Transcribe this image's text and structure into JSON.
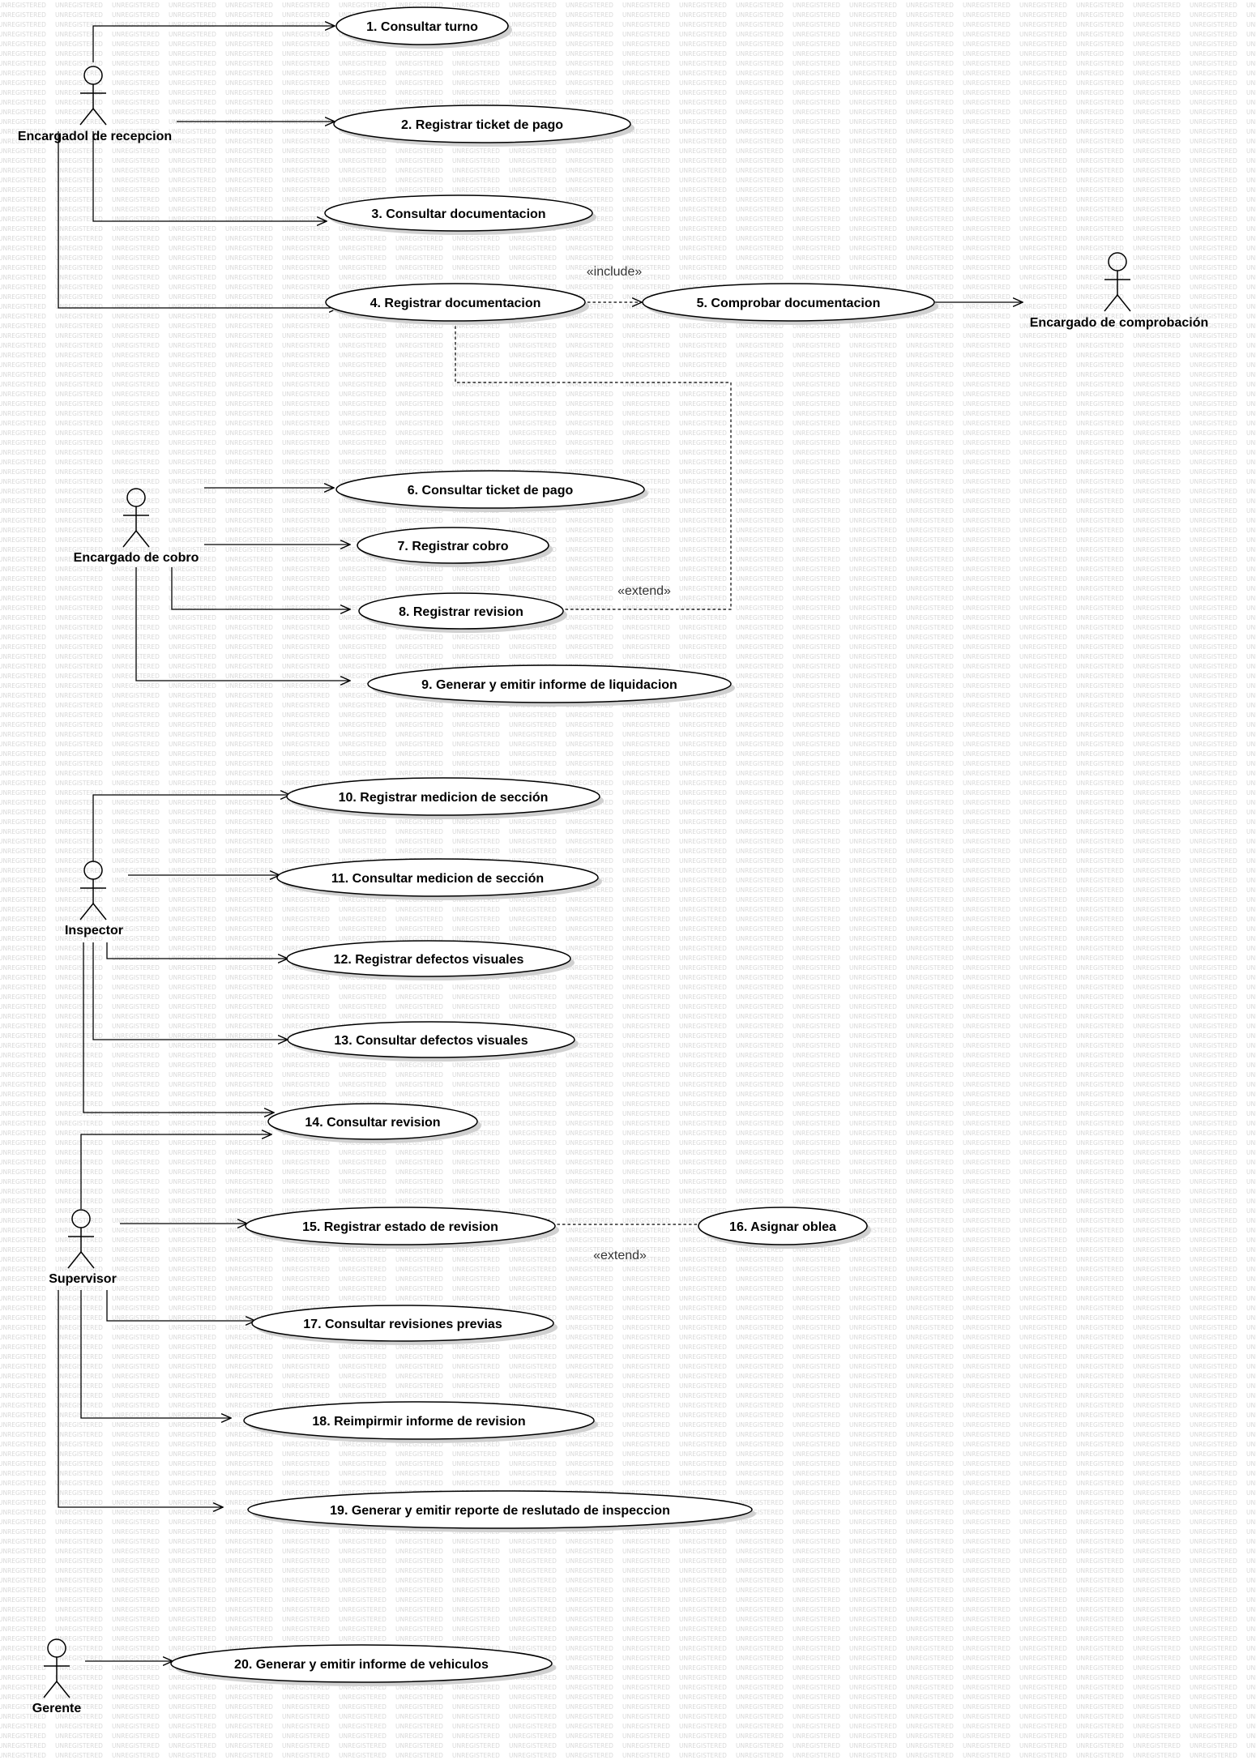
{
  "watermark": "UNREGISTERED",
  "actors": [
    {
      "id": "recepcion",
      "label": "Encargadol de recepcion"
    },
    {
      "id": "comprobacion",
      "label": "Encargado de comprobación"
    },
    {
      "id": "cobro",
      "label": "Encargado de cobro"
    },
    {
      "id": "inspector",
      "label": "Inspector"
    },
    {
      "id": "supervisor",
      "label": "Supervisor"
    },
    {
      "id": "gerente",
      "label": "Gerente"
    }
  ],
  "use_cases": [
    {
      "id": "uc1",
      "label": "1. Consultar turno"
    },
    {
      "id": "uc2",
      "label": "2. Registrar ticket de pago"
    },
    {
      "id": "uc3",
      "label": "3. Consultar documentacion"
    },
    {
      "id": "uc4",
      "label": "4. Registrar documentacion"
    },
    {
      "id": "uc5",
      "label": "5. Comprobar documentacion"
    },
    {
      "id": "uc6",
      "label": "6. Consultar ticket de pago"
    },
    {
      "id": "uc7",
      "label": "7. Registrar cobro"
    },
    {
      "id": "uc8",
      "label": "8. Registrar revision"
    },
    {
      "id": "uc9",
      "label": "9. Generar y emitir informe de liquidacion"
    },
    {
      "id": "uc10",
      "label": "10. Registrar medicion de sección"
    },
    {
      "id": "uc11",
      "label": "11. Consultar medicion de sección"
    },
    {
      "id": "uc12",
      "label": "12. Registrar defectos visuales"
    },
    {
      "id": "uc13",
      "label": "13. Consultar defectos visuales"
    },
    {
      "id": "uc14",
      "label": "14. Consultar revision"
    },
    {
      "id": "uc15",
      "label": "15. Registrar estado de revision"
    },
    {
      "id": "uc16",
      "label": "16. Asignar oblea"
    },
    {
      "id": "uc17",
      "label": "17. Consultar revisiones previas"
    },
    {
      "id": "uc18",
      "label": "18. Reimpirmir informe de revision"
    },
    {
      "id": "uc19",
      "label": "19. Generar y emitir reporte de reslutado de inspeccion"
    },
    {
      "id": "uc20",
      "label": "20. Generar y emitir informe de vehiculos"
    }
  ],
  "associations": [
    {
      "actor": "recepcion",
      "use_case": "uc1"
    },
    {
      "actor": "recepcion",
      "use_case": "uc2"
    },
    {
      "actor": "recepcion",
      "use_case": "uc3"
    },
    {
      "actor": "recepcion",
      "use_case": "uc4"
    },
    {
      "actor": "comprobacion",
      "use_case": "uc5"
    },
    {
      "actor": "cobro",
      "use_case": "uc6"
    },
    {
      "actor": "cobro",
      "use_case": "uc7"
    },
    {
      "actor": "cobro",
      "use_case": "uc8"
    },
    {
      "actor": "cobro",
      "use_case": "uc9"
    },
    {
      "actor": "inspector",
      "use_case": "uc10"
    },
    {
      "actor": "inspector",
      "use_case": "uc11"
    },
    {
      "actor": "inspector",
      "use_case": "uc12"
    },
    {
      "actor": "inspector",
      "use_case": "uc13"
    },
    {
      "actor": "inspector",
      "use_case": "uc14"
    },
    {
      "actor": "supervisor",
      "use_case": "uc14"
    },
    {
      "actor": "supervisor",
      "use_case": "uc15"
    },
    {
      "actor": "supervisor",
      "use_case": "uc17"
    },
    {
      "actor": "supervisor",
      "use_case": "uc18"
    },
    {
      "actor": "supervisor",
      "use_case": "uc19"
    },
    {
      "actor": "gerente",
      "use_case": "uc20"
    }
  ],
  "dependencies": [
    {
      "from": "uc4",
      "to": "uc5",
      "stereotype": "«include»"
    },
    {
      "from": "uc4",
      "to": "uc8",
      "stereotype": "«extend»"
    },
    {
      "from": "uc16",
      "to": "uc15",
      "stereotype": "«extend»"
    }
  ]
}
